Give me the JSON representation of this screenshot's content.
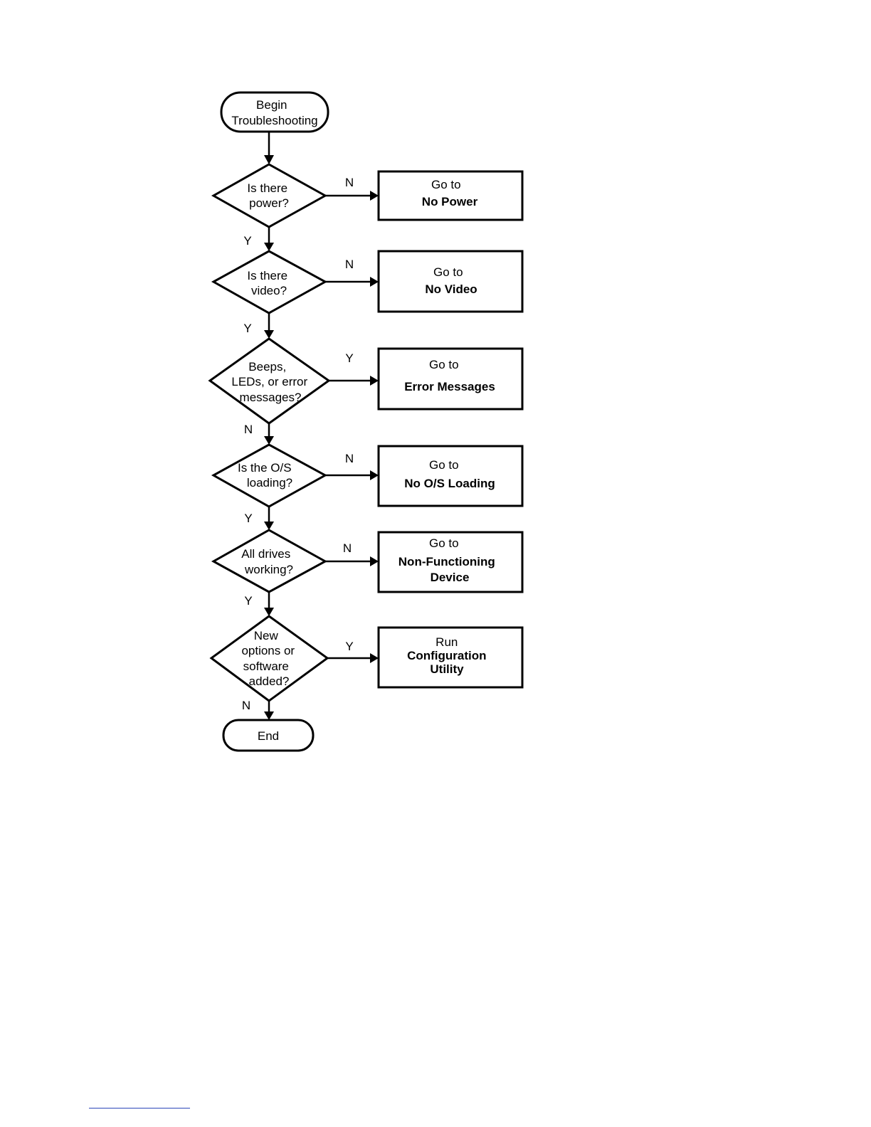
{
  "start": {
    "lines": [
      "Begin",
      "Troubleshooting"
    ]
  },
  "end": {
    "label": "End"
  },
  "steps": [
    {
      "question": [
        "Is there",
        "power?"
      ],
      "branch": "N",
      "continue": "Y",
      "action": [
        "Go to"
      ],
      "action_bold": [
        "No Power"
      ]
    },
    {
      "question": [
        "Is there",
        "video?"
      ],
      "branch": "N",
      "continue": "Y",
      "action": [
        "Go to"
      ],
      "action_bold": [
        "No Video"
      ]
    },
    {
      "question": [
        "Beeps,",
        "LEDs, or error",
        "messages?"
      ],
      "branch": "Y",
      "continue": "N",
      "action": [
        "Go to"
      ],
      "action_bold": [
        "Error Messages"
      ]
    },
    {
      "question": [
        "Is the O/S",
        "loading?"
      ],
      "branch": "N",
      "continue": "Y",
      "action": [
        "Go to"
      ],
      "action_bold": [
        "No O/S Loading"
      ]
    },
    {
      "question": [
        "All drives",
        "working?"
      ],
      "branch": "N",
      "continue": "Y",
      "action": [
        "Go to"
      ],
      "action_bold": [
        "Non-Functioning",
        "Device"
      ]
    },
    {
      "question": [
        "New",
        "options or",
        "software",
        "added?"
      ],
      "branch": "Y",
      "continue": "N",
      "action": [
        "Run"
      ],
      "action_bold": [
        "Configuration",
        "Utility"
      ]
    }
  ]
}
